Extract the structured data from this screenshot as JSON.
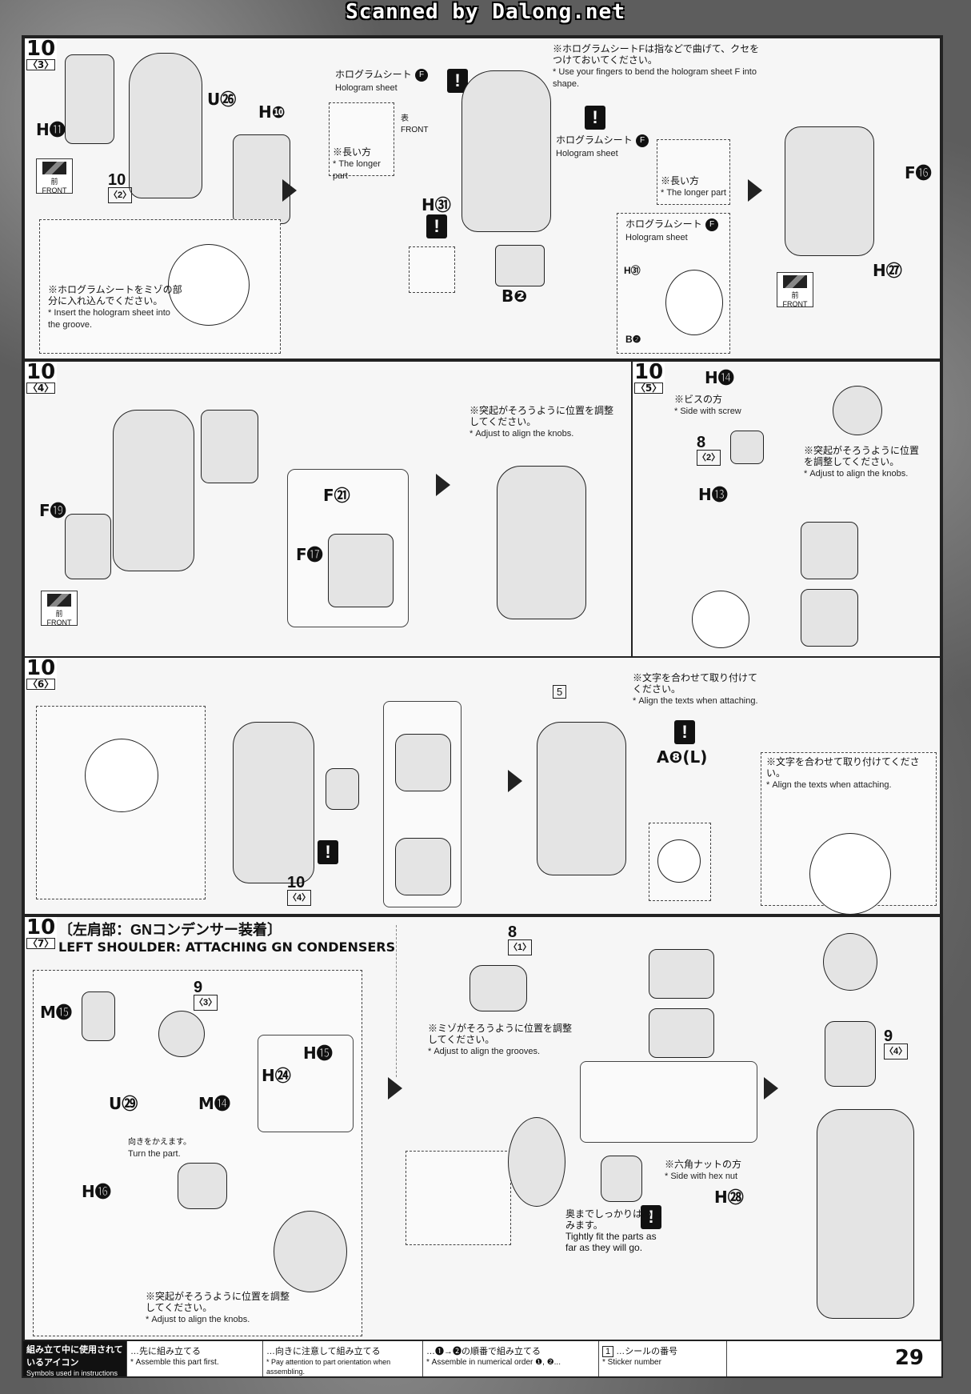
{
  "watermark": "Scanned by Dalong.net",
  "page_number": "29",
  "colors": {
    "ink": "#111111",
    "paper": "#f2f2f2",
    "warning_bg": "#111111"
  },
  "step_3": {
    "step": "10",
    "sub": "〈3〉",
    "ref_step": "10",
    "ref_sub": "〈2〉",
    "parts": {
      "h11": "H⓫",
      "u26": "U㉖",
      "h10": "H❿",
      "f_left": "F",
      "f_right": "F",
      "h31": "H㉛",
      "b2": "B❷",
      "h31b": "H㉛",
      "b2b": "B❷",
      "f16": "F⓰",
      "h27": "H㉗"
    },
    "front_jp": "前",
    "front_en": "FRONT",
    "note_insert_jp": "※ホログラムシートをミゾの部分に入れ込んでください。",
    "note_insert_en": "* Insert the hologram sheet into the groove.",
    "hologram_jp": "ホログラムシート",
    "hologram_en": "Hologram sheet",
    "note_bend_jp": "※ホログラムシートFは指などで曲げて、クセをつけておいてください。",
    "note_bend_en": "* Use your fingers to bend the hologram sheet F into shape.",
    "long_side_jp": "※長い方",
    "long_side_en": "* The longer part",
    "omote": "表",
    "front2": "FRONT"
  },
  "step_4": {
    "step": "10",
    "sub": "〈4〉",
    "parts": {
      "f19": "F⓳",
      "f21": "F㉑",
      "f17": "F⓱"
    },
    "front_jp": "前",
    "front_en": "FRONT",
    "note_jp": "※突起がそろうように位置を調整してください。",
    "note_en": "* Adjust to align the knobs."
  },
  "step_5": {
    "step": "10",
    "sub": "〈5〉",
    "parts": {
      "h14": "H⓮",
      "h13": "H⓭"
    },
    "ref_step": "8",
    "ref_sub": "〈2〉",
    "screw_jp": "※ビスの方",
    "screw_en": "* Side with screw",
    "note_jp": "※突起がそろうように位置を調整してください。",
    "note_en": "* Adjust to align the knobs."
  },
  "step_6": {
    "step": "10",
    "sub": "〈6〉",
    "ref_step": "10",
    "ref_sub": "〈4〉",
    "sticker_num": "5",
    "a8": "A❽(L)",
    "note_text_jp": "※文字を合わせて取り付けてください。",
    "note_text_en": "* Align the texts when attaching.",
    "note_text2_jp": "※文字を合わせて取り付けてください。",
    "note_text2_en": "* Align the texts when attaching."
  },
  "step_7": {
    "step": "10",
    "sub": "〈7〉",
    "title_jp": "〔左肩部：GNコンデンサー装着〕",
    "title_en": "LEFT SHOULDER: ATTACHING GN CONDENSERS",
    "ref_9_3": "9",
    "ref_9_3_sub": "〈3〉",
    "ref_8_1": "8",
    "ref_8_1_sub": "〈1〉",
    "ref_9_4": "9",
    "ref_9_4_sub": "〈4〉",
    "parts": {
      "m15": "M⓯",
      "u29": "U㉙",
      "m14": "M⓮",
      "h15": "H⓯",
      "h24": "H㉔",
      "h16": "H⓰",
      "h28": "H㉘"
    },
    "turn_jp": "向きをかえます。",
    "turn_en": "Turn the part.",
    "groove_jp": "※ミゾがそろうように位置を調整してください。",
    "groove_en": "* Adjust to align the grooves.",
    "knob_jp": "※突起がそろうように位置を調整してください。",
    "knob_en": "* Adjust to align the knobs.",
    "hex_jp": "※六角ナットの方",
    "hex_en": "* Side with hex nut",
    "tight_jp": "奥までしっかりはめ込みます。",
    "tight_en": "Tightly fit the parts as far as they will go."
  },
  "legend": {
    "title_jp": "組み立て中に使用されているアイコン",
    "title_en": "Symbols used in instructions",
    "item1_jp": "…先に組み立てる",
    "item1_en": "* Assemble this part first.",
    "item2_jp": "…向きに注意して組み立てる",
    "item2_en": "* Pay attention to part orientation when assembling.",
    "item3_jp": "…❶→❷の順番で組み立てる",
    "item3_en": "* Assemble in numerical order ❶, ❷...",
    "item4_jp": "…シールの番号",
    "item4_en": "* Sticker number",
    "item4_num": "1"
  }
}
